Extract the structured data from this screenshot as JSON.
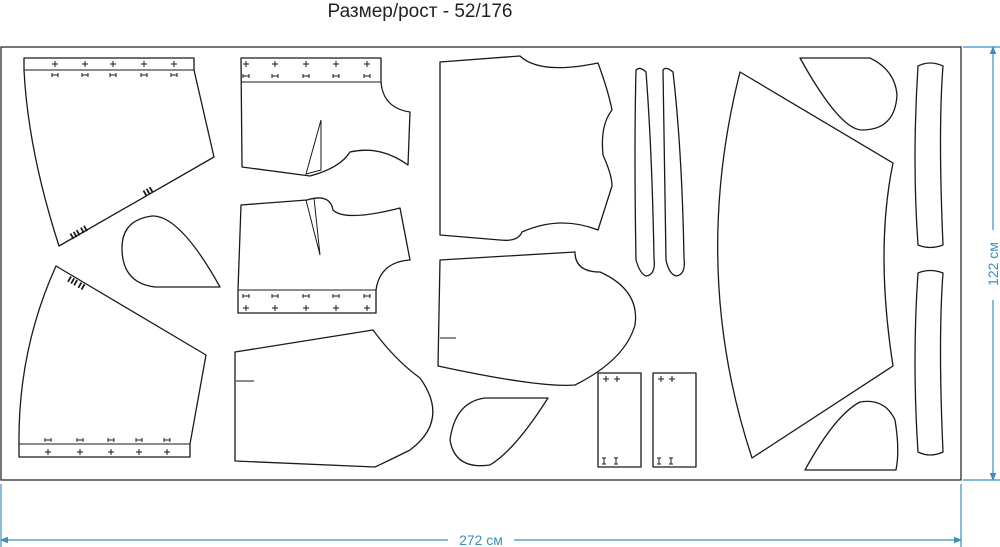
{
  "title": "Размер/рост - 52/176",
  "dimensions": {
    "width_label": "272 см",
    "height_label": "122 см"
  },
  "colors": {
    "dimension": "#3a8fc2",
    "outline": "#1a1a1a"
  }
}
